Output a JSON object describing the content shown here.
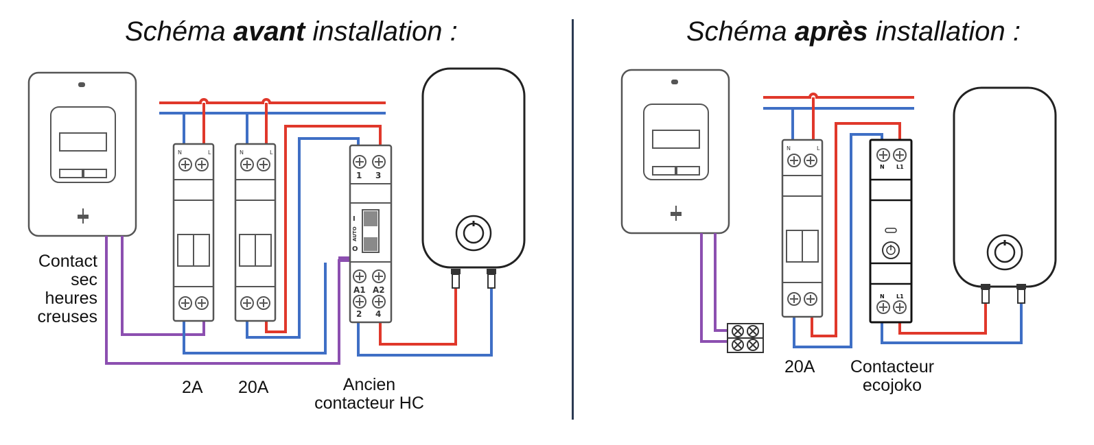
{
  "left": {
    "title": {
      "prefix": "Schéma ",
      "emphasis": "avant",
      "suffix": " installation :"
    },
    "meter_label": [
      "Contact",
      "sec",
      "heures",
      "creuses"
    ],
    "breaker_labels": [
      "2A",
      "20A"
    ],
    "contactor_label": [
      "Ancien",
      "contacteur HC"
    ],
    "contactor_terminals": {
      "top": [
        "1",
        "3"
      ],
      "side": [
        "I",
        "AUTO",
        "O"
      ],
      "coil": [
        "A1",
        "A2"
      ],
      "bottom": [
        "2",
        "4"
      ]
    }
  },
  "right": {
    "title": {
      "prefix": "Schéma ",
      "emphasis": "après",
      "suffix": " installation :"
    },
    "breaker_label": "20A",
    "contactor_label": [
      "Contacteur",
      "ecojoko"
    ],
    "contactor_terminals": [
      "N",
      "L1"
    ]
  },
  "breaker_terminals": [
    "N",
    "L"
  ],
  "colors": {
    "phase": "#e0382b",
    "neutral": "#3f6fc5",
    "control": "#8c4fb0",
    "outline": "#555555",
    "divider": "#2b3a52"
  }
}
